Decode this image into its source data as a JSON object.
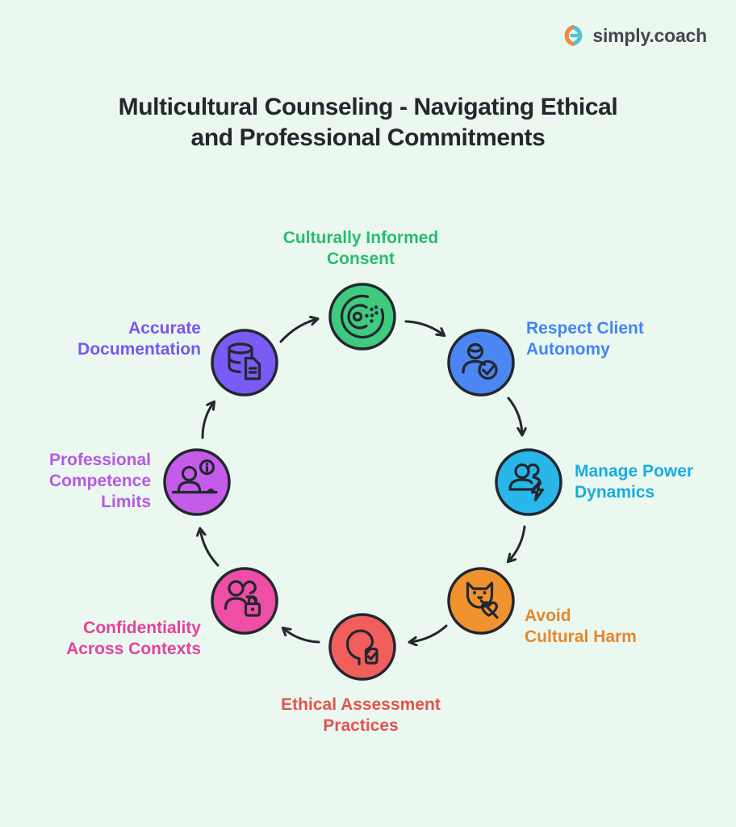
{
  "logo": {
    "text": "simply.coach",
    "icon_orange": "#EC8B43",
    "icon_teal": "#52C2D0"
  },
  "title": "Multicultural Counseling - Navigating Ethical\nand Professional Commitments",
  "background_color": "#EAF8F0",
  "diagram": {
    "type": "cycle",
    "direction": "clockwise",
    "arrow_color": "#23272F",
    "nodes": [
      {
        "label": "Culturally Informed\nConsent",
        "color": "#3FCB7E",
        "text_color": "#2ABB71",
        "icon": "consent-target-icon"
      },
      {
        "label": "Respect Client\nAutonomy",
        "color": "#4C86F2",
        "text_color": "#4285F4",
        "icon": "person-check-icon"
      },
      {
        "label": "Manage Power\nDynamics",
        "color": "#29B6E8",
        "text_color": "#16ACE2",
        "icon": "people-lightning-icon"
      },
      {
        "label": "Avoid\nCultural Harm",
        "color": "#F0922E",
        "text_color": "#E5862C",
        "icon": "cat-heart-slash-icon"
      },
      {
        "label": "Ethical Assessment\nPractices",
        "color": "#F15F5C",
        "text_color": "#E25450",
        "icon": "head-assessment-icon"
      },
      {
        "label": "Confidentiality\nAcross Contexts",
        "color": "#EE4EA6",
        "text_color": "#E4429B",
        "icon": "people-lock-icon"
      },
      {
        "label": "Professional\nCompetence\nLimits",
        "color": "#C45CE9",
        "text_color": "#B858E6",
        "icon": "person-info-icon"
      },
      {
        "label": "Accurate\nDocumentation",
        "color": "#7A5BF5",
        "text_color": "#7656F0",
        "icon": "database-document-icon"
      }
    ]
  }
}
